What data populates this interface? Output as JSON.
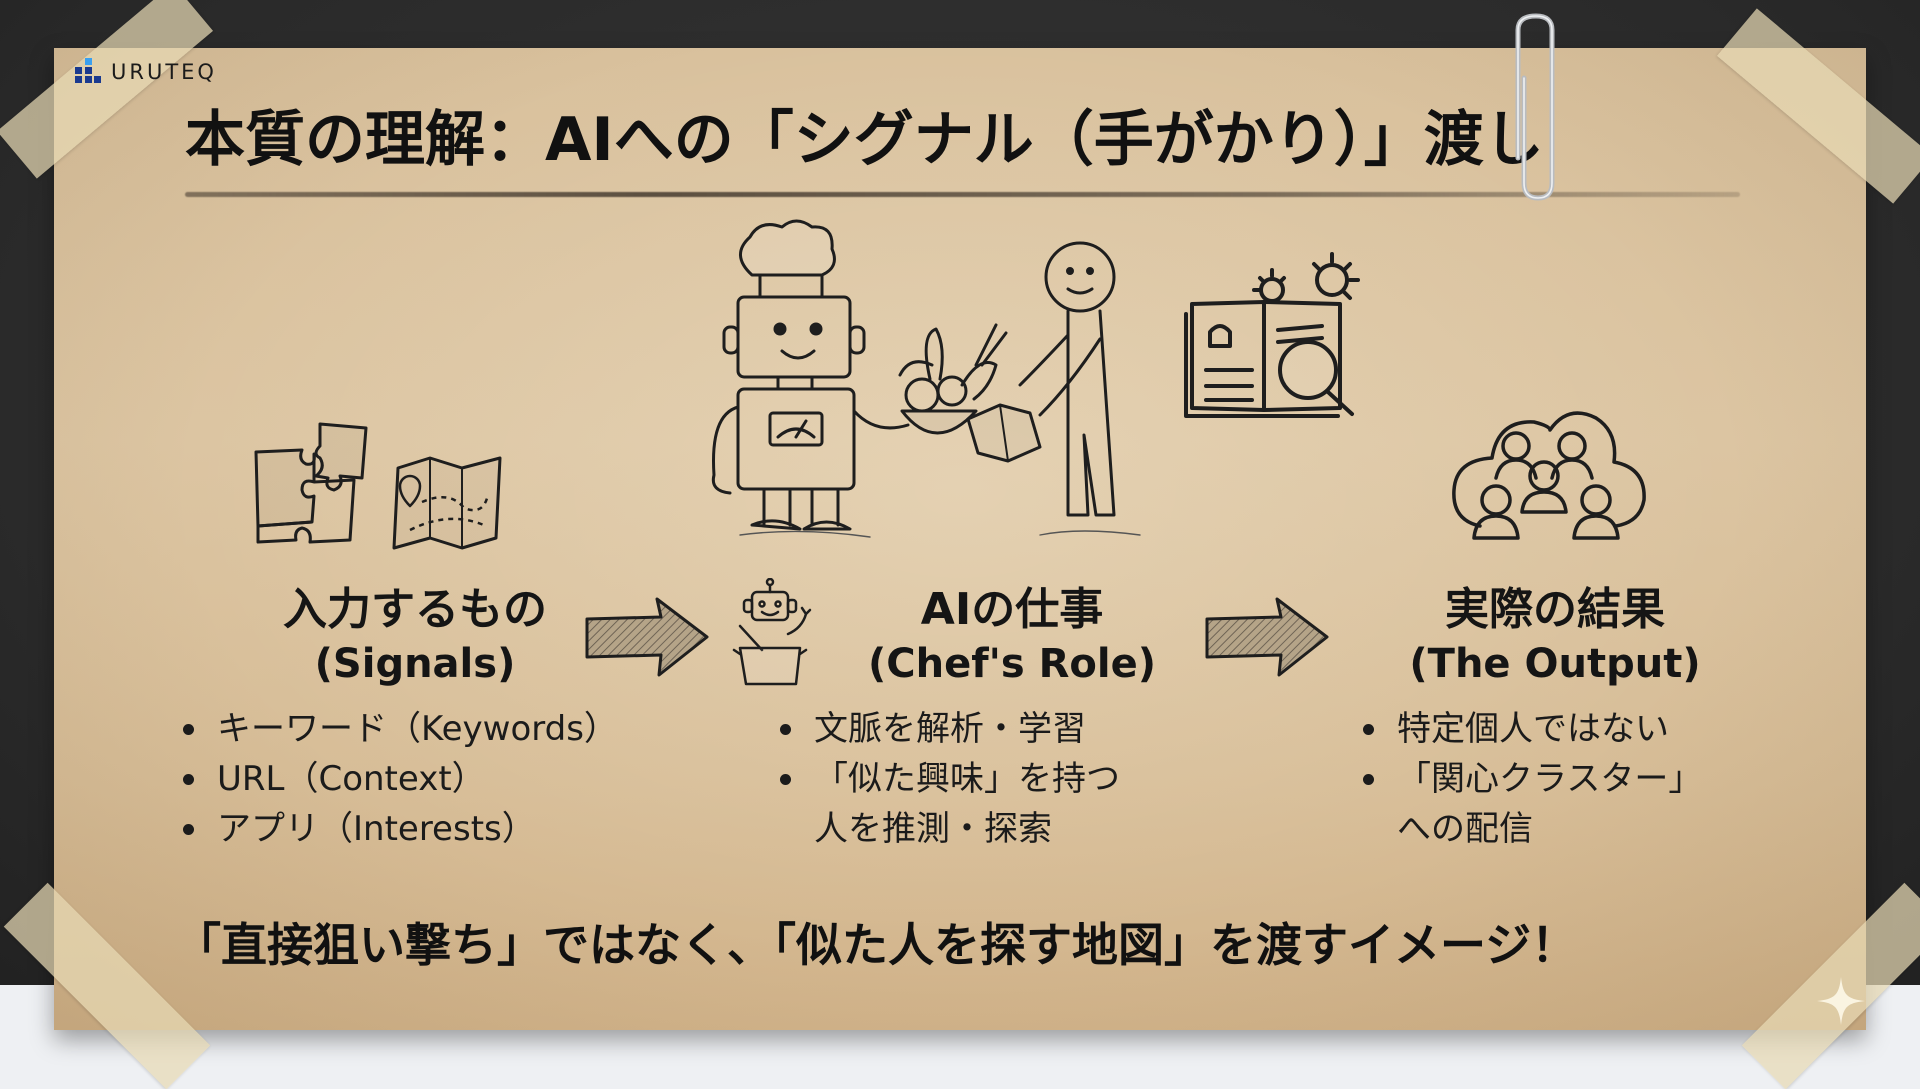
{
  "brand": {
    "name": "URUTEQ",
    "accent": "#1a3a8f",
    "accent_light": "#3aa0f0"
  },
  "title": "本質の理解：AIへの「シグナル（手がかり）」渡し",
  "sections": [
    {
      "id": "input",
      "heading": "入力するもの",
      "subheading": "(Signals)",
      "bullets": [
        "キーワード（Keywords）",
        "URL（Context）",
        "アプリ（Interests）"
      ],
      "icons": [
        "puzzle-icon",
        "map-icon"
      ]
    },
    {
      "id": "ai",
      "heading": "AIの仕事",
      "subheading": "(Chef's Role)",
      "bullets": [
        "文脈を解析・学習",
        "「似た興味」を持つ",
        "人を推測・探索"
      ],
      "icons": [
        "robot-chef-icon",
        "recipe-book-icon"
      ]
    },
    {
      "id": "output",
      "heading": "実際の結果",
      "subheading": "(The Output)",
      "bullets": [
        "特定個人ではない",
        "「関心クラスター」",
        "への配信"
      ],
      "icons": [
        "people-cloud-icon"
      ]
    }
  ],
  "tagline": "「直接狙い撃ち」ではなく、「似た人を探す地図」を渡すイメージ！",
  "colors": {
    "paper": "#d9c19d",
    "board": "#2c2c2c",
    "ink": "#151515"
  }
}
